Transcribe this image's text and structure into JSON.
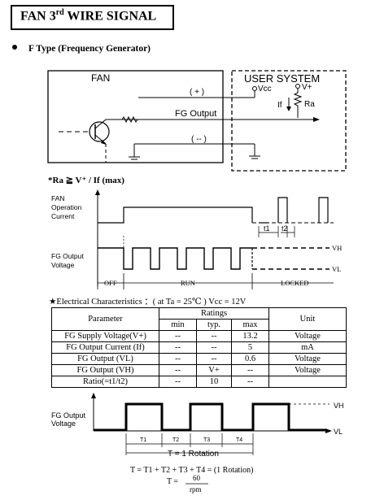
{
  "header": {
    "title_main": "FAN 3",
    "title_sup": "rd",
    "title_rest": " WIRE SIGNAL",
    "section": "F Type (Frequency Generator)"
  },
  "circuit": {
    "fan_label": "FAN",
    "user_label": "USER SYSTEM",
    "plus": "( + )",
    "minus": "( -- )",
    "fg_output": "FG Output",
    "vcc": "Vcc",
    "vplus": "V+",
    "ra": "Ra",
    "if": "If"
  },
  "formula_ra": "*Ra ≧ V⁺ / If (max)",
  "timing1": {
    "fan_op_line1": "FAN",
    "fan_op_line2": "Operation",
    "fan_op_line3": "Current",
    "fg_line1": "FG Output",
    "fg_line2": "Voltage",
    "t1": "t1",
    "t2": "t2",
    "vh": "VH",
    "vl": "VL",
    "off": "OFF",
    "run": "RUN",
    "locked": "LOCKED"
  },
  "electrical": {
    "caption": "★Electrical Characteristics ：( at Ta = 25℃ )   Vcc = 12V",
    "col_parameter": "Parameter",
    "col_ratings": "Ratings",
    "col_unit": "Unit",
    "col_min": "min",
    "col_typ": "typ.",
    "col_max": "max",
    "rows": [
      {
        "param": "FG Supply Voltage(V+)",
        "min": "--",
        "typ": "--",
        "max": "13.2",
        "unit": "Voltage"
      },
      {
        "param": "FG Output Current (If)",
        "min": "--",
        "typ": "--",
        "max": "5",
        "unit": "mA"
      },
      {
        "param": "FG Output (VL)",
        "min": "--",
        "typ": "--",
        "max": "0.6",
        "unit": "Voltage"
      },
      {
        "param": "FG Output (VH)",
        "min": "--",
        "typ": "V+",
        "max": "--",
        "unit": "Voltage"
      },
      {
        "param": "Ratio(=t1/t2)",
        "min": "--",
        "typ": "10",
        "max": "--",
        "unit": ""
      }
    ]
  },
  "timing2": {
    "fg_line1": "FG Output",
    "fg_line2": "Voltage",
    "vh": "VH",
    "vl": "VL",
    "t1": "T1",
    "t2": "T2",
    "t3": "T3",
    "t4": "T4",
    "rotation": "T = 1 Rotation"
  },
  "formulas": {
    "sum": "T = T1 + T2 + T3 + T4 = (1 Rotation)",
    "t_eq": "T  =",
    "numerator": "60",
    "denominator": "rpm"
  }
}
